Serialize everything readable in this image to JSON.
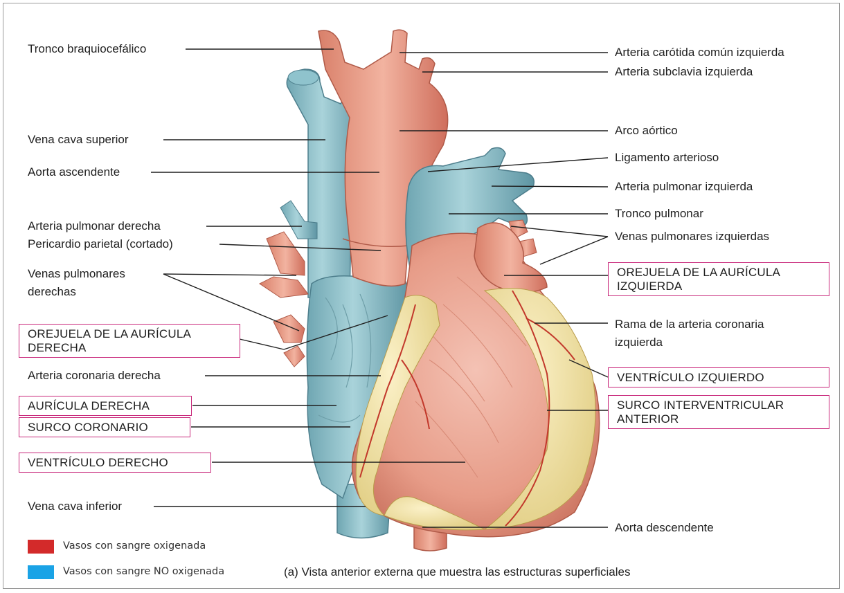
{
  "colors": {
    "oxygenated": "#d32a2a",
    "deoxygenated": "#1aa3e6",
    "highlight_border": "#c8267a"
  },
  "labels": {
    "tronco_braquiocefalico": "Tronco braquiocefálico",
    "vena_cava_superior": "Vena cava superior",
    "aorta_ascendente": "Aorta ascendente",
    "arteria_pulmonar_derecha": "Arteria pulmonar derecha",
    "pericardio_parietal": "Pericardio parietal (cortado)",
    "venas_pulmonares_derechas_1": "Venas pulmonares",
    "venas_pulmonares_derechas_2": "derechas",
    "arteria_coronaria_derecha": "Arteria coronaria derecha",
    "vena_cava_inferior": "Vena cava inferior",
    "arteria_carotida": "Arteria carótida común izquierda",
    "arteria_subclavia": "Arteria subclavia izquierda",
    "arco_aortico": "Arco aórtico",
    "ligamento_arterioso": "Ligamento arterioso",
    "arteria_pulmonar_izquierda": "Arteria pulmonar izquierda",
    "tronco_pulmonar": "Tronco pulmonar",
    "venas_pulmonares_izquierdas": "Venas pulmonares izquierdas",
    "rama_coronaria_izq_1": "Rama de la arteria coronaria",
    "rama_coronaria_izq_2": "izquierda",
    "aorta_descendente": "Aorta descendente"
  },
  "highlighted": {
    "orejuela_derecha_1": "OREJUELA DE LA AURÍCULA",
    "orejuela_derecha_2": "DERECHA",
    "auricula_derecha": "AURÍCULA DERECHA",
    "surco_coronario": "SURCO CORONARIO",
    "ventriculo_derecho": "VENTRÍCULO DERECHO",
    "orejuela_izquierda_1": "OREJUELA DE LA AURÍCULA",
    "orejuela_izquierda_2": "IZQUIERDA",
    "ventriculo_izquierdo": "VENTRÍCULO IZQUIERDO",
    "surco_interventricular_1": "SURCO INTERVENTRICULAR",
    "surco_interventricular_2": "ANTERIOR"
  },
  "legend": {
    "oxygenated": "Vasos con sangre oxigenada",
    "deoxygenated": "Vasos con sangre NO oxigenada"
  },
  "caption": "(a) Vista anterior externa que muestra las estructuras superficiales"
}
